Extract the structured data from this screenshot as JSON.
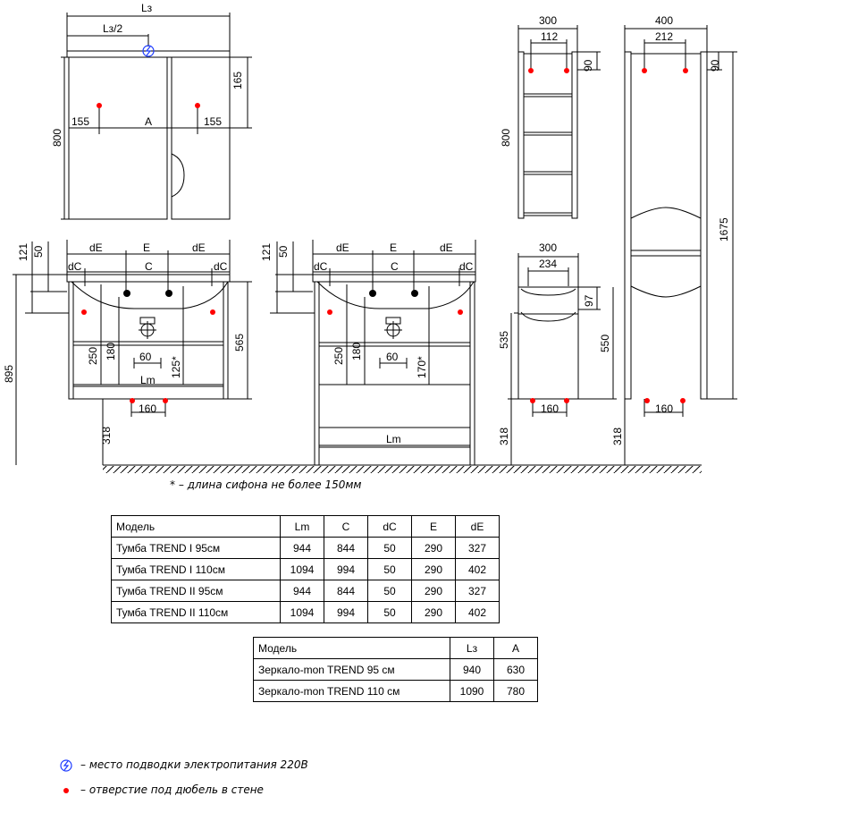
{
  "dims": {
    "L3": "Lз",
    "L3half": "Lз/2",
    "h800": "800",
    "h165": "165",
    "d155": "155",
    "A": "A",
    "d300": "300",
    "d112": "112",
    "d90": "90",
    "d400": "400",
    "d212": "212",
    "d1675": "1675",
    "h121": "121",
    "h50": "50",
    "dE": "dE",
    "E": "E",
    "dC": "dC",
    "C": "C",
    "h895": "895",
    "h565": "565",
    "h250": "250",
    "h180": "180",
    "d60": "60",
    "h125": "125*",
    "h170": "170*",
    "Lm": "Lm",
    "d160": "160",
    "h318": "318",
    "d234": "234",
    "h97": "97",
    "h535": "535",
    "h550": "550"
  },
  "footnote": "* – длина сифона не более 150мм",
  "table_cabinets": {
    "headers": [
      "Модель",
      "Lm",
      "C",
      "dC",
      "E",
      "dE"
    ],
    "rows": [
      [
        "Тумба TREND I 95см",
        "944",
        "844",
        "50",
        "290",
        "327"
      ],
      [
        "Тумба TREND I 110см",
        "1094",
        "994",
        "50",
        "290",
        "402"
      ],
      [
        "Тумба TREND II 95см",
        "944",
        "844",
        "50",
        "290",
        "327"
      ],
      [
        "Тумба TREND II 110см",
        "1094",
        "994",
        "50",
        "290",
        "402"
      ]
    ]
  },
  "table_mirrors": {
    "headers": [
      "Модель",
      "Lз",
      "A"
    ],
    "rows": [
      [
        "Зеркало-mon TREND 95 см",
        "940",
        "630"
      ],
      [
        "Зеркало-mon TREND 110 см",
        "1090",
        "780"
      ]
    ]
  },
  "legend": {
    "power": "– место подводки электропитания 220В",
    "hole": "– отверстие под дюбель в стене",
    "power_icon": "power-outlet-icon",
    "hole_icon": "red-dot-icon"
  },
  "colors": {
    "line": "#000000",
    "hole": "#ff0000",
    "power": "#1e3cff"
  }
}
